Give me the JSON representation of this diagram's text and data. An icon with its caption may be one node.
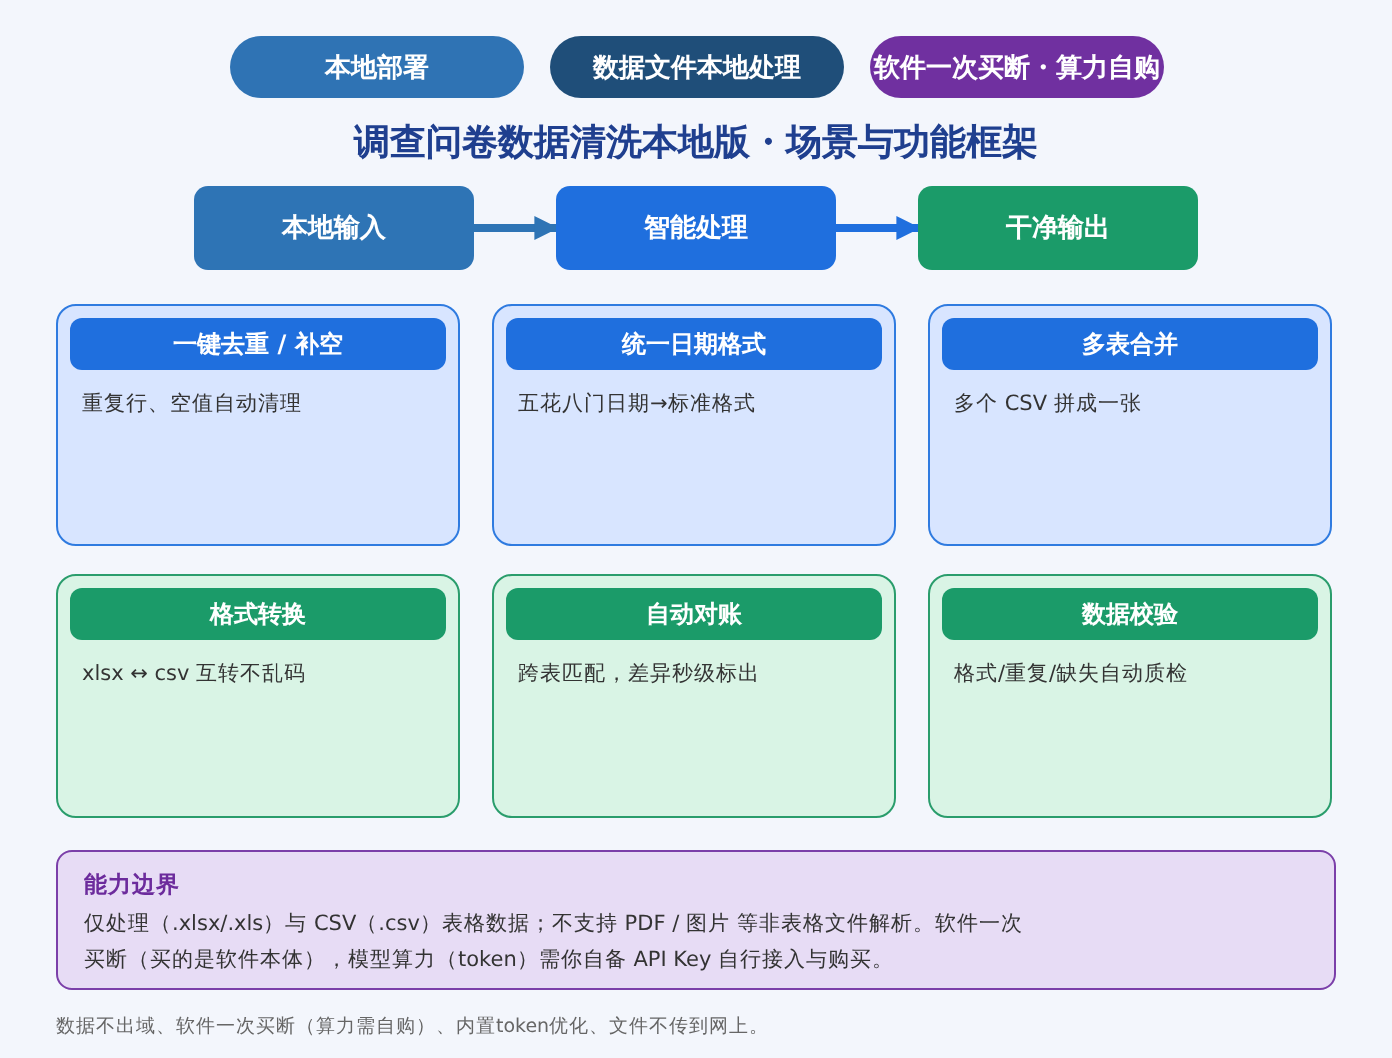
{
  "diagram": {
    "title": "调查问卷数据清洗本地版・场景与功能框架",
    "nodes": [
      {
        "text": [
          "本地部署"
        ]
      },
      {
        "text": [
          "数据文件本地处理"
        ]
      },
      {
        "text": [
          "软件一次买断・算力自购"
        ]
      },
      {
        "text": [
          "本地输入"
        ]
      },
      {
        "text": [
          "智能处理"
        ]
      },
      {
        "text": [
          "干净输出"
        ]
      },
      {
        "text": [
          "一键去重 / 补空",
          "重复行、空值自动清理"
        ]
      },
      {
        "text": [
          "统一日期格式",
          "五花八门日期→标准格式"
        ]
      },
      {
        "text": [
          "多表合并",
          "多个 CSV 拼成一张"
        ]
      },
      {
        "text": [
          "格式转换",
          "xlsx ↔ csv 互转不乱码"
        ]
      },
      {
        "text": [
          "自动对账",
          "跨表匹配，差异秒级标出"
        ]
      },
      {
        "text": [
          "数据校验",
          "格式/重复/缺失自动质检"
        ]
      },
      {
        "text": [
          "能力边界",
          "仅处理（.xlsx/.xls）与 CSV（.csv）表格数据；不支持 PDF / 图片 等非表格文件解析。软件一次买断（买的是软件本体），模型算力（token）需你自备 API Key 自行接入与购买。"
        ]
      }
    ],
    "edges": [
      {
        "from": 3,
        "to": 4,
        "arrow": "to"
      },
      {
        "from": 4,
        "to": 5,
        "arrow": "to"
      }
    ],
    "labels": [
      "数据不出域、软件一次买断（算力需自购）、内置token优化、文件不传到网上。"
    ]
  }
}
